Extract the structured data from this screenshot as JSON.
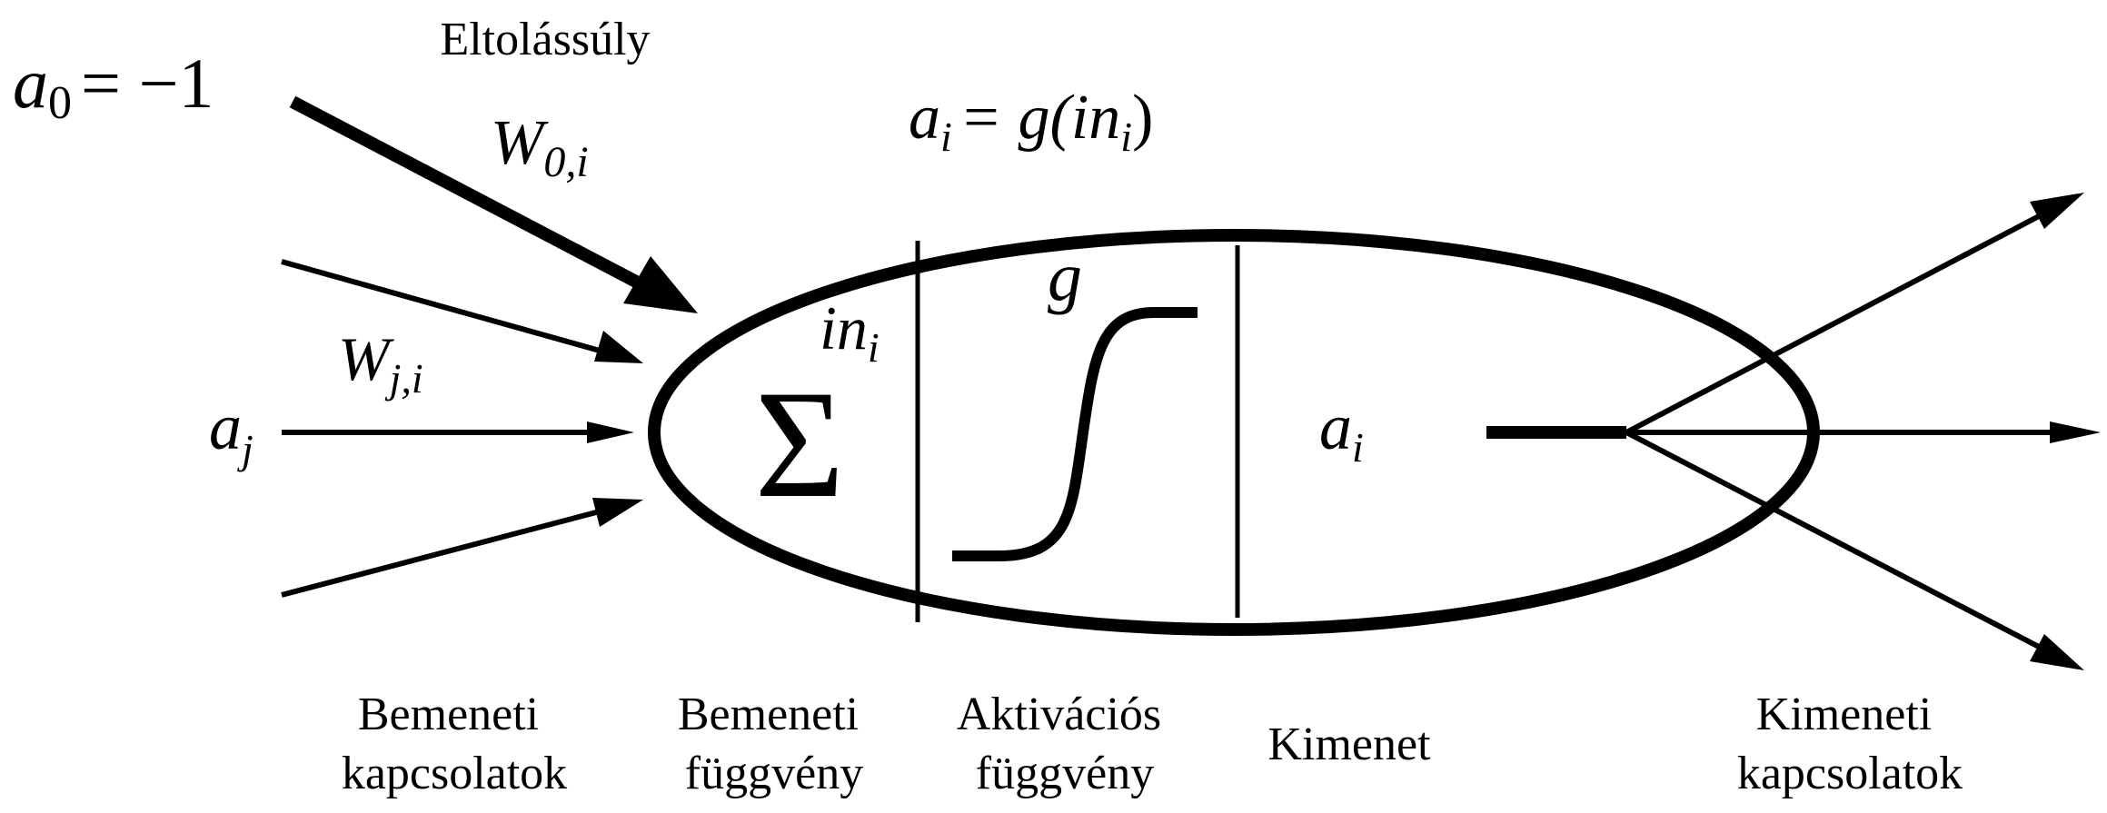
{
  "labels": {
    "bias_title": "Eltolássúly",
    "bias_input_lhs": "a",
    "bias_input_lhs_sub": "0",
    "bias_input_rhs": "= −1",
    "bias_weight_main": "W",
    "bias_weight_sub": "0,i",
    "output_eq_lhs": "a",
    "output_eq_lhs_sub": "i",
    "output_eq_mid": "= g(in",
    "output_eq_mid_sub": "i",
    "output_eq_close": ")",
    "weight_main": "W",
    "weight_sub": "j,i",
    "input_main": "a",
    "input_sub": "j",
    "sum_symbol": "Σ",
    "net_input_main": "in",
    "net_input_sub": "i",
    "activation_symbol": "g",
    "output_main": "a",
    "output_sub": "i"
  },
  "captions": {
    "input_links": [
      "Bemeneti",
      "kapcsolatok"
    ],
    "input_function": [
      "Bemeneti",
      "függvény"
    ],
    "activation_function": [
      "Aktivációs",
      "függvény"
    ],
    "output": [
      "Kimenet"
    ],
    "output_links": [
      "Kimeneti",
      "kapcsolatok"
    ]
  }
}
